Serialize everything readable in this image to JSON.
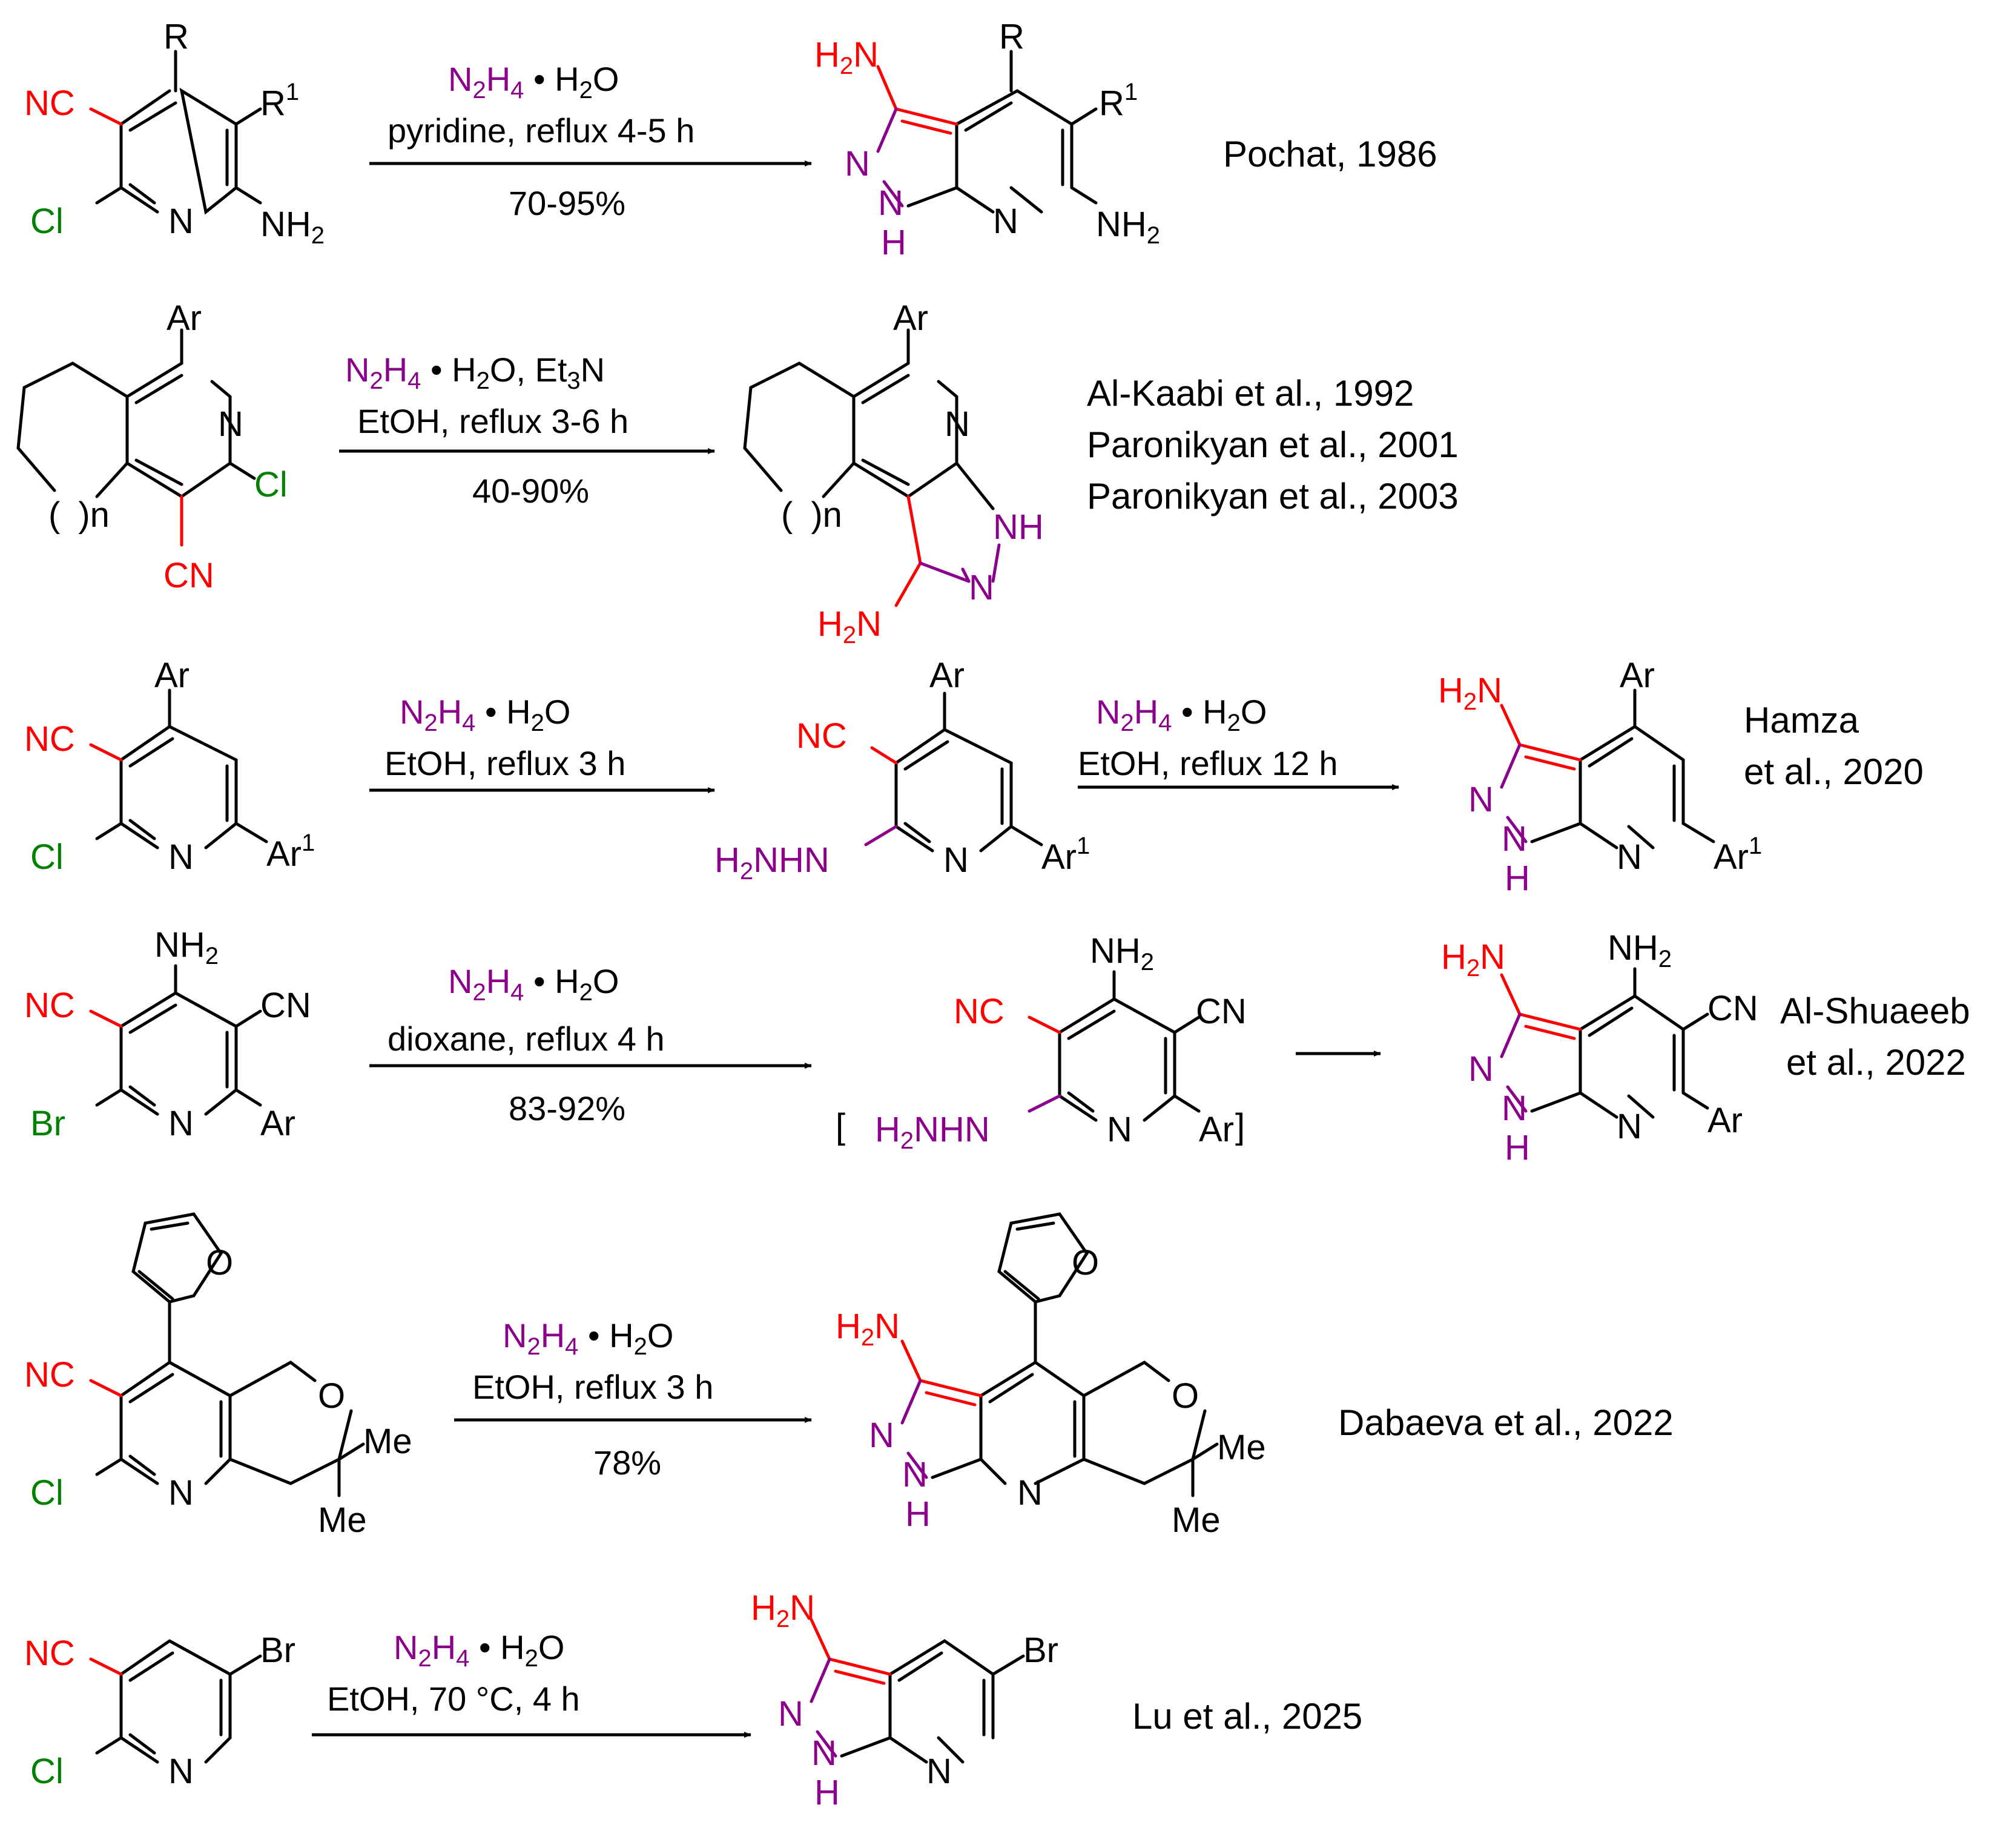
{
  "colors": {
    "black": "#000000",
    "nitrile": "#ff0000",
    "hydrazine": "#8b008b",
    "halogen": "#008000"
  },
  "labels": {
    "nc": "NC",
    "cn": "CN",
    "cl": "Cl",
    "br": "Br",
    "n": "N",
    "nh2": "NH",
    "h2n": "H",
    "h2n_tail": "N",
    "sub2": "2",
    "h2nhn": "H",
    "h2nhn_tail": "NHN",
    "nh": "NH",
    "h": "H",
    "r": "R",
    "r1": "R",
    "sup1": "1",
    "ar": "Ar",
    "ar1": "Ar",
    "o": "O",
    "me": "Me",
    "n_ring": "n",
    "paren_open": "(",
    "paren_close": ")",
    "bracket_open": "[",
    "bracket_close": "]"
  },
  "reactions": [
    {
      "reagent_a": "N",
      "reagent_sub_a": "2",
      "reagent_b": "H",
      "reagent_sub_b": "4",
      "reagent_rest": " • H",
      "reagent_sub_c": "2",
      "reagent_tail": "O",
      "line2": "pyridine, reflux 4-5 h",
      "line3": "70-95%",
      "reference": [
        "Pochat, 1986"
      ]
    },
    {
      "reagent_a": "N",
      "reagent_sub_a": "2",
      "reagent_b": "H",
      "reagent_sub_b": "4",
      "reagent_rest": " • H",
      "reagent_sub_c": "2",
      "reagent_tail": "O, Et",
      "reagent_sub_d": "3",
      "reagent_tail2": "N",
      "line2": "EtOH, reflux 3-6 h",
      "line3": "40-90%",
      "reference": [
        "Al-Kaabi et al., 1992",
        "Paronikyan et al., 2001",
        "Paronikyan et al., 2003"
      ]
    },
    {
      "step1_line2": "EtOH, reflux 3 h",
      "step2_line2": "EtOH, reflux 12 h",
      "reference": [
        "Hamza",
        "et al., 2020"
      ]
    },
    {
      "line2": "dioxane, reflux 4 h",
      "line3": "83-92%",
      "reference": [
        "Al-Shuaeeb",
        "et al., 2022"
      ]
    },
    {
      "line2": "EtOH, reflux 3 h",
      "line3": "78%",
      "reference": [
        "Dabaeva et al., 2022"
      ]
    },
    {
      "line2": "EtOH, 70 °C, 4 h",
      "reference": [
        "Lu et al., 2025"
      ]
    }
  ]
}
